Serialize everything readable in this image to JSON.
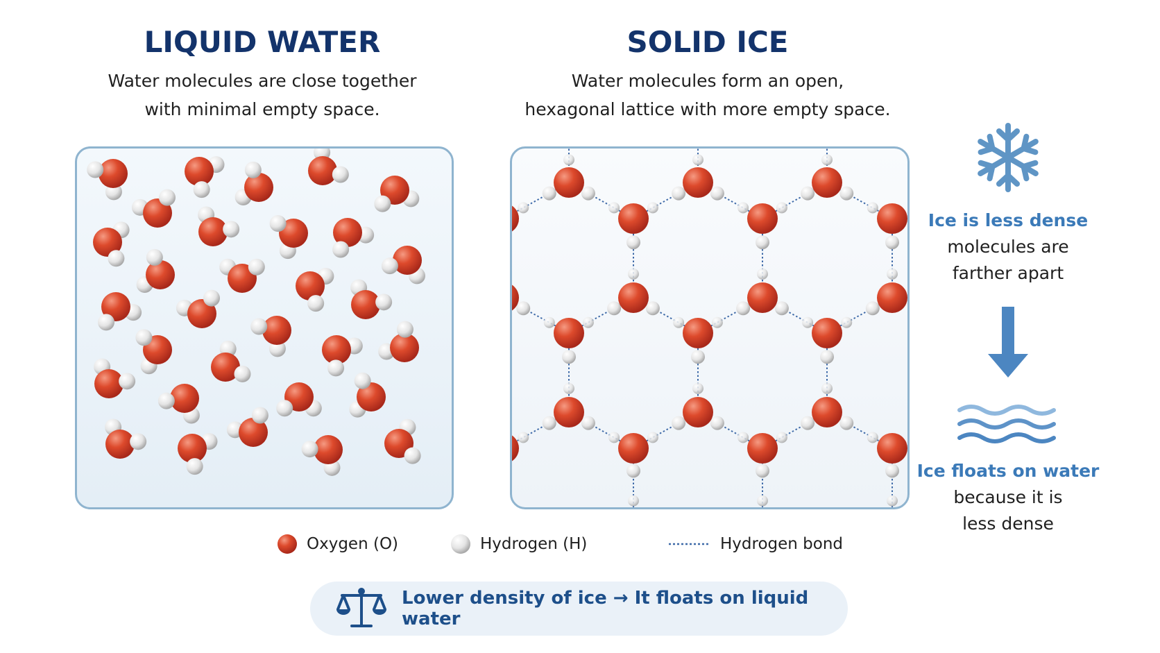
{
  "liquid": {
    "title": "LIQUID WATER",
    "subtitle_lines": [
      "Water molecules are close together",
      "with minimal empty space."
    ]
  },
  "ice": {
    "title": "SOLID ICE",
    "subtitle_lines": [
      "Water molecules form an open,",
      "hexagonal lattice with more empty space."
    ]
  },
  "side": {
    "icon_top": "snowflake-icon",
    "density_heading": "Ice is less dense",
    "density_lines": [
      "molecules are",
      "farther apart"
    ],
    "icon_arrow": "arrow-down-icon",
    "icon_water": "water-waves-icon",
    "float_heading": "Ice floats on water",
    "float_lines": [
      "because it is",
      "less dense"
    ]
  },
  "legend": {
    "oxygen": "Oxygen (O)",
    "hydrogen": "Hydrogen (H)",
    "bond": "Hydrogen bond"
  },
  "bottom": {
    "icon": "balance-scale-icon",
    "text": "Lower density of ice → It floats on liquid water"
  },
  "colors": {
    "title": "#13336b",
    "oxygen": "#d9472b",
    "hydrogen": "#e6e6e6",
    "accent_blue": "#3b7ab8",
    "box_border": "#8fb4cf"
  }
}
